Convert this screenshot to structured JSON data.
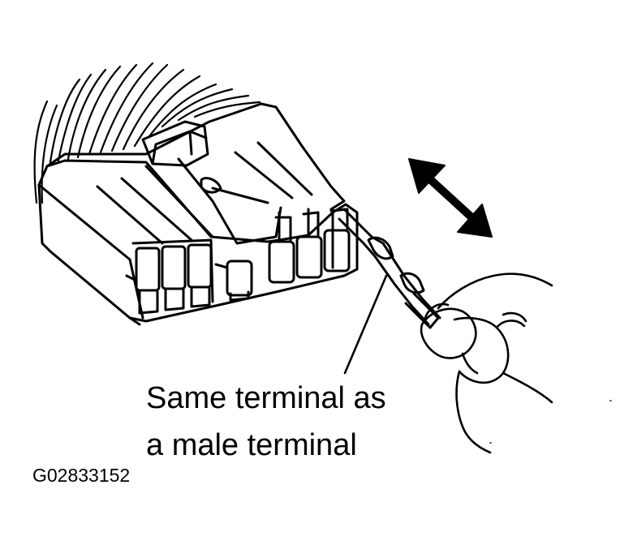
{
  "callout": {
    "line1": "Same terminal as",
    "line2": "a male terminal"
  },
  "figure_id": "G02833152",
  "icons": {
    "connector": "connector-housing-illustration",
    "arrow": "double-arrow-icon",
    "hand": "hand-illustration"
  },
  "colors": {
    "ink": "#000000",
    "paper": "#ffffff"
  }
}
